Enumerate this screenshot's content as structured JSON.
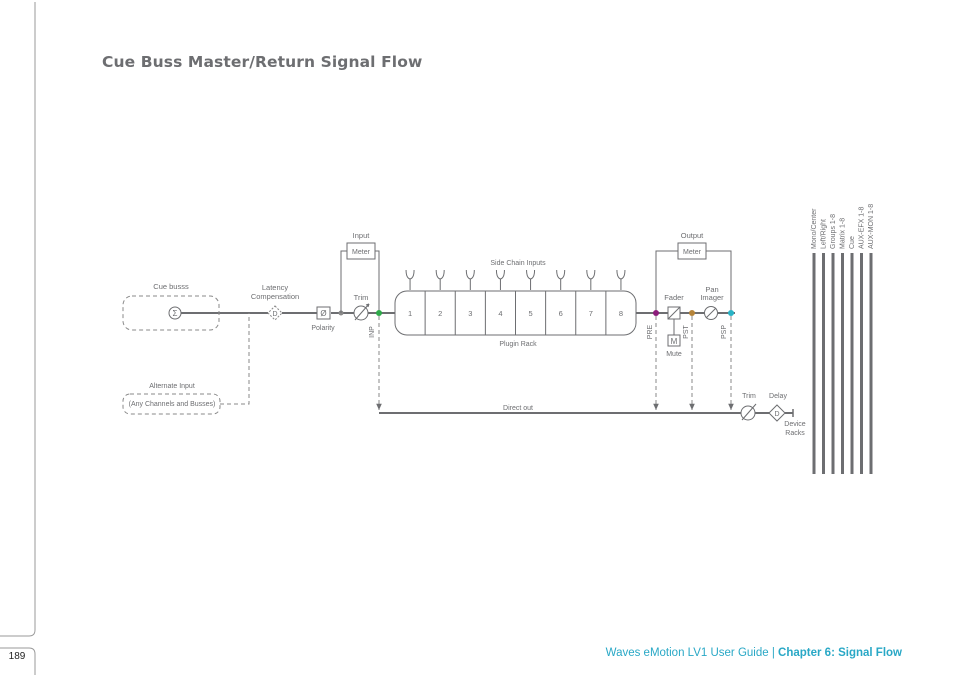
{
  "page": {
    "title": "Cue Buss Master/Return Signal Flow",
    "page_number": "189",
    "footer_guide": "Waves eMotion LV1 User Guide",
    "footer_separator": " | ",
    "footer_chapter": "Chapter 6: Signal Flow"
  },
  "diagram": {
    "sources": {
      "cue_busss": "Cue busss",
      "sum_symbol": "Σ",
      "alternate_input": "Alternate Input",
      "alternate_input_detail": "(Any Channels and Busses)"
    },
    "latency": {
      "line1": "Latency",
      "line2": "Compensation",
      "symbol": "D"
    },
    "polarity": {
      "label": "Polarity",
      "symbol": "Ø"
    },
    "trim_label": "Trim",
    "input_meter": {
      "title": "Input",
      "label": "Meter"
    },
    "tap_points": {
      "inp": "INP",
      "pre": "PRE",
      "pst": "PST",
      "psp": "PSP"
    },
    "plugin_rack": {
      "label": "Plugin Rack",
      "side_chain_label": "Side Chain Inputs",
      "slots": [
        "1",
        "2",
        "3",
        "4",
        "5",
        "6",
        "7",
        "8"
      ]
    },
    "fader_label": "Fader",
    "mute": {
      "symbol": "M",
      "label": "Mute"
    },
    "pan_imager": {
      "line1": "Pan",
      "line2": "Imager"
    },
    "output_meter": {
      "title": "Output",
      "label": "Meter"
    },
    "direct_out": {
      "label": "Direct out",
      "trim_label": "Trim",
      "delay_label": "Delay",
      "delay_symbol": "D",
      "device_line1": "Device",
      "device_line2": "Racks"
    },
    "busses": [
      "Mono/Center",
      "Left/Right",
      "Groups 1-8",
      "Matrix 1-8",
      "Cue",
      "AUX-EFX 1-8",
      "AUX-MON 1-8"
    ]
  },
  "colors": {
    "line": "#6d6e71",
    "inp_tap": "#2eaa4a",
    "pre_tap": "#8c1c7b",
    "pst_tap": "#b5843a",
    "psp_tap": "#29b3c6",
    "accent": "#29a8c6"
  }
}
